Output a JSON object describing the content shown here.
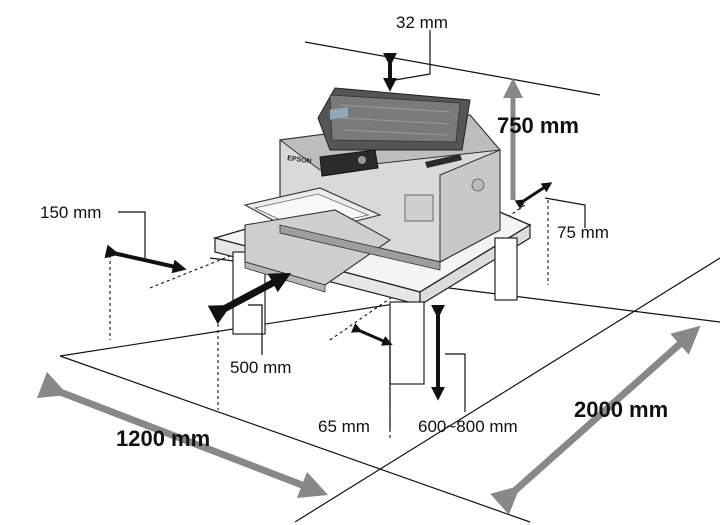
{
  "labels": {
    "dim_top": "32 mm",
    "dim_height": "750 mm",
    "dim_right": "75 mm",
    "dim_left": "150 mm",
    "dim_front": "500 mm",
    "dim_leg": "65 mm",
    "dim_table_height": "600~800 mm",
    "dim_width": "1200 mm",
    "dim_depth": "2000 mm"
  },
  "printer": {
    "brand": "EPSON"
  },
  "colors": {
    "floor_line": "#111111",
    "dimension_arrow": "#888888",
    "printer_body": "#d9d9d9",
    "printer_dark": "#2b2b2b"
  }
}
